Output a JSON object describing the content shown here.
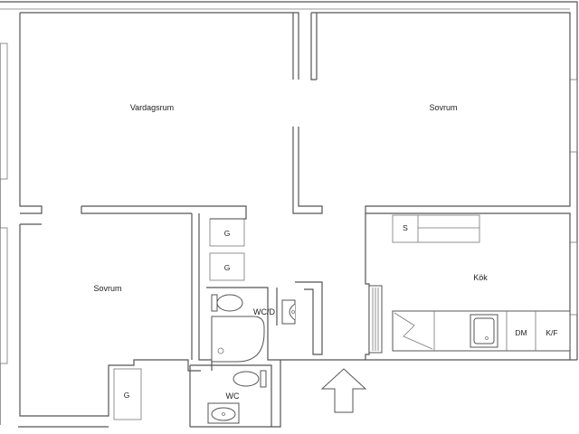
{
  "rooms": {
    "living": "Vardagsrum",
    "bedroom_top": "Sovrum",
    "bedroom_left": "Sovrum",
    "kitchen": "Kök",
    "wc_d": "WC/D",
    "wc": "WC"
  },
  "fixtures": {
    "closet_label": "G",
    "storage_label": "S",
    "dishwasher": "DM",
    "fridge_freezer": "K/F"
  },
  "entrance_icon": "arrow-up-icon"
}
